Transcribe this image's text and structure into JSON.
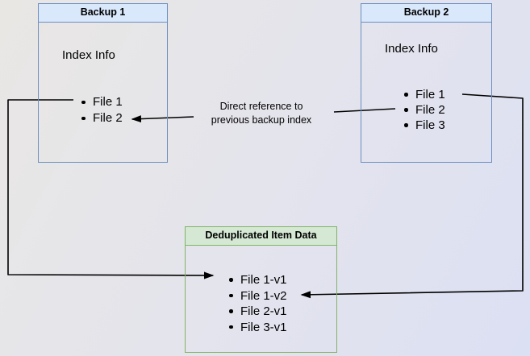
{
  "page": {
    "background_start": "#e9e7e4",
    "background_end": "#dce0f3",
    "line_color": "#000000"
  },
  "backup1": {
    "title": "Backup 1",
    "heading": "Index Info",
    "files": [
      "File 1",
      "File 2"
    ],
    "header_fill": "#dae8fc",
    "border_color": "#6c8ebf"
  },
  "backup2": {
    "title": "Backup 2",
    "heading": "Index Info",
    "files": [
      "File 1",
      "File 2",
      "File 3"
    ],
    "header_fill": "#dae8fc",
    "border_color": "#6c8ebf"
  },
  "dedup": {
    "title": "Deduplicated Item Data",
    "files": [
      "File 1-v1",
      "File 1-v2",
      "File 2-v1",
      "File 3-v1"
    ],
    "header_fill": "#d5e8d4",
    "border_color": "#82b366"
  },
  "edge_label": {
    "text": "Direct reference to\nprevious backup index"
  }
}
